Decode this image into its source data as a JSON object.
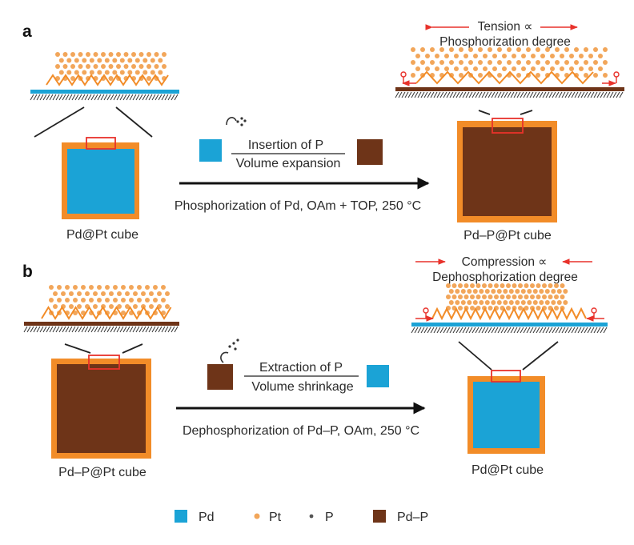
{
  "panels": [
    {
      "letter": "a",
      "start_label": "Pd@Pt cube",
      "end_label": "Pd–P@Pt cube",
      "step_top": "Insertion of P",
      "step_bottom": "Volume expansion",
      "condition": "Phosphorization of Pd, OAm + TOP, 250 °C",
      "strain_line1": "Tension ∝",
      "strain_line2": "Phosphorization degree"
    },
    {
      "letter": "b",
      "start_label": "Pd–P@Pt cube",
      "end_label": "Pd@Pt cube",
      "step_top": "Extraction of P",
      "step_bottom": "Volume shrinkage",
      "condition": "Dephosphorization of Pd–P, OAm, 250 °C",
      "strain_line1": "Compression ∝",
      "strain_line2": "Dephosphorization degree"
    }
  ],
  "legend": [
    {
      "label": "Pd",
      "color": "#1ba3d6"
    },
    {
      "label": "Pt",
      "color": "#f2a65a"
    },
    {
      "label": "P",
      "color": "#555555"
    },
    {
      "label": "Pd–P",
      "color": "#6e3418"
    }
  ],
  "colors": {
    "shell": "#f28c28",
    "pd": "#1ba3d6",
    "pdp": "#6e3418",
    "pt_dot": "#f2a65a",
    "highlight": "#e8322b",
    "arrow": "#111111"
  }
}
